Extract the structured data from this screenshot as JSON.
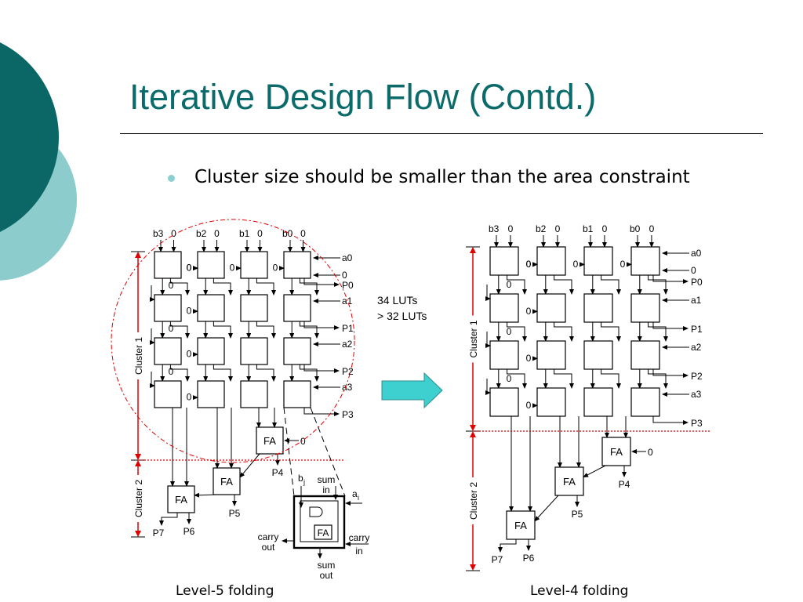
{
  "slide": {
    "title": "Iterative Design Flow (Contd.)",
    "bullet": "Cluster size should be smaller than the area constraint"
  },
  "colors": {
    "title": "#0b6b6b",
    "circle_dark": "#0b6666",
    "circle_light": "#8dcccc",
    "cluster_red": "#e00000",
    "arrow_fill": "#3ecfcf"
  },
  "note": {
    "line1": "34 LUTs",
    "line2": "> 32 LUTs"
  },
  "arrow_icon": "right-arrow-icon",
  "labels": {
    "b3": "b3",
    "b2": "b2",
    "b1": "b1",
    "b0": "b0",
    "zero": "0",
    "a0": "a0",
    "a1": "a1",
    "a2": "a2",
    "a3": "a3",
    "p0": "P0",
    "p1": "P1",
    "p2": "P2",
    "p3": "P3",
    "p4": "P4",
    "p5": "P5",
    "p6": "P6",
    "p7": "P7",
    "fa": "FA",
    "cluster1": "Cluster 1",
    "cluster2": "Cluster 2",
    "bj": "b",
    "bj_sub": "j",
    "aj": "a",
    "aj_sub": "i",
    "sum_in_1": "sum",
    "sum_in_2": "in",
    "sum_out_1": "sum",
    "sum_out_2": "out",
    "carry_out_1": "carry",
    "carry_out_2": "out",
    "carry_in_1": "carry",
    "carry_in_2": "in"
  },
  "captions": {
    "left": "Level-5 folding",
    "right": "Level-4 folding"
  }
}
